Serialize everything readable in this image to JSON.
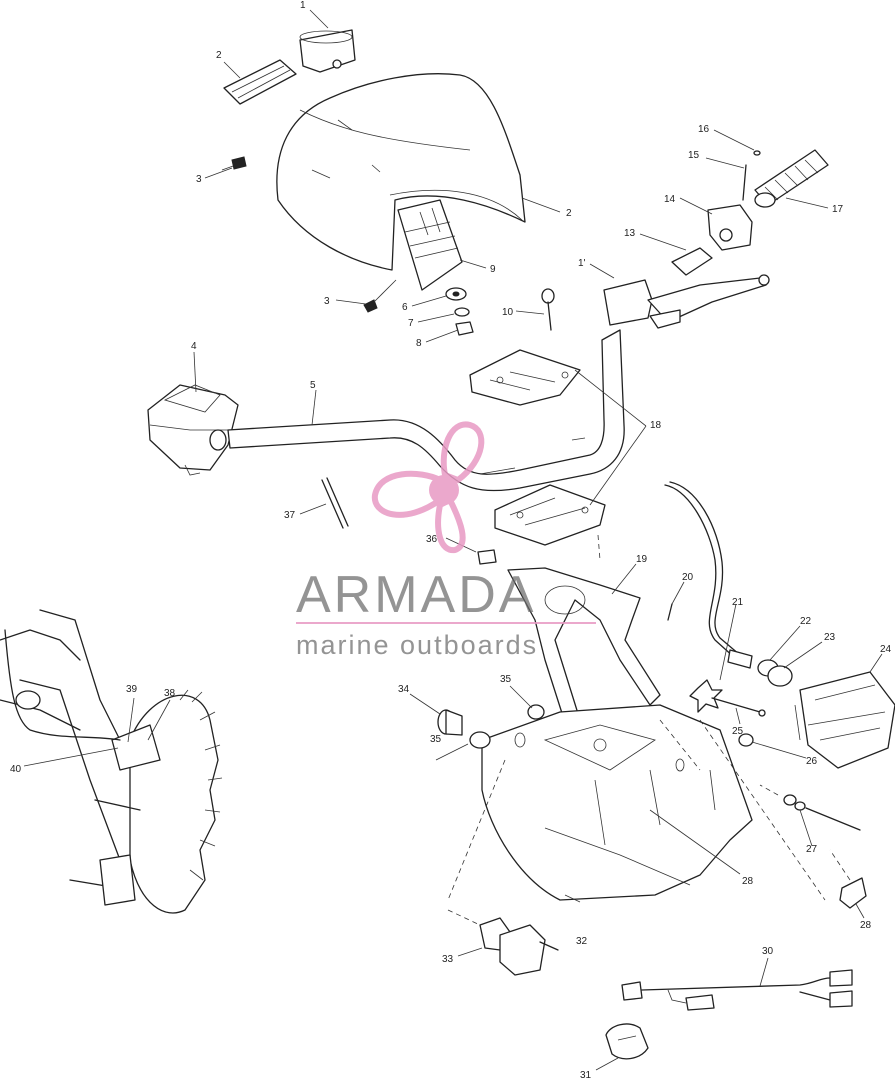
{
  "callouts": [
    {
      "id": "c1",
      "text": "1"
    },
    {
      "id": "c2a",
      "text": "2"
    },
    {
      "id": "c2b",
      "text": "2"
    },
    {
      "id": "c3a",
      "text": "3"
    },
    {
      "id": "c3b",
      "text": "3"
    },
    {
      "id": "c4",
      "text": "4"
    },
    {
      "id": "c5",
      "text": "5"
    },
    {
      "id": "c6",
      "text": "6"
    },
    {
      "id": "c7",
      "text": "7"
    },
    {
      "id": "c8",
      "text": "8"
    },
    {
      "id": "c9",
      "text": "9"
    },
    {
      "id": "c10",
      "text": "10"
    },
    {
      "id": "c11",
      "text": "1'"
    },
    {
      "id": "c13",
      "text": "13"
    },
    {
      "id": "c14",
      "text": "14"
    },
    {
      "id": "c15",
      "text": "15"
    },
    {
      "id": "c16",
      "text": "16"
    },
    {
      "id": "c17",
      "text": "17"
    },
    {
      "id": "c18",
      "text": "18"
    },
    {
      "id": "c19",
      "text": "19"
    },
    {
      "id": "c20",
      "text": "20"
    },
    {
      "id": "c21",
      "text": "21"
    },
    {
      "id": "c22",
      "text": "22"
    },
    {
      "id": "c23",
      "text": "23"
    },
    {
      "id": "c24",
      "text": "24"
    },
    {
      "id": "c25",
      "text": "25"
    },
    {
      "id": "c26",
      "text": "26"
    },
    {
      "id": "c27",
      "text": "27"
    },
    {
      "id": "c28a",
      "text": "28"
    },
    {
      "id": "c28b",
      "text": "28"
    },
    {
      "id": "c30",
      "text": "30"
    },
    {
      "id": "c31",
      "text": "31"
    },
    {
      "id": "c32",
      "text": "32"
    },
    {
      "id": "c33",
      "text": "33"
    },
    {
      "id": "c34",
      "text": "34"
    },
    {
      "id": "c35a",
      "text": "35"
    },
    {
      "id": "c35b",
      "text": "35"
    },
    {
      "id": "c36",
      "text": "36"
    },
    {
      "id": "c37",
      "text": "37"
    },
    {
      "id": "c38",
      "text": "38"
    },
    {
      "id": "c39",
      "text": "39"
    },
    {
      "id": "c40",
      "text": "40"
    }
  ],
  "watermark": {
    "brand": "ARMADA",
    "tagline": "marine outboards",
    "logo_color": "#e89ac4",
    "text_color": "#6b6b6b"
  }
}
